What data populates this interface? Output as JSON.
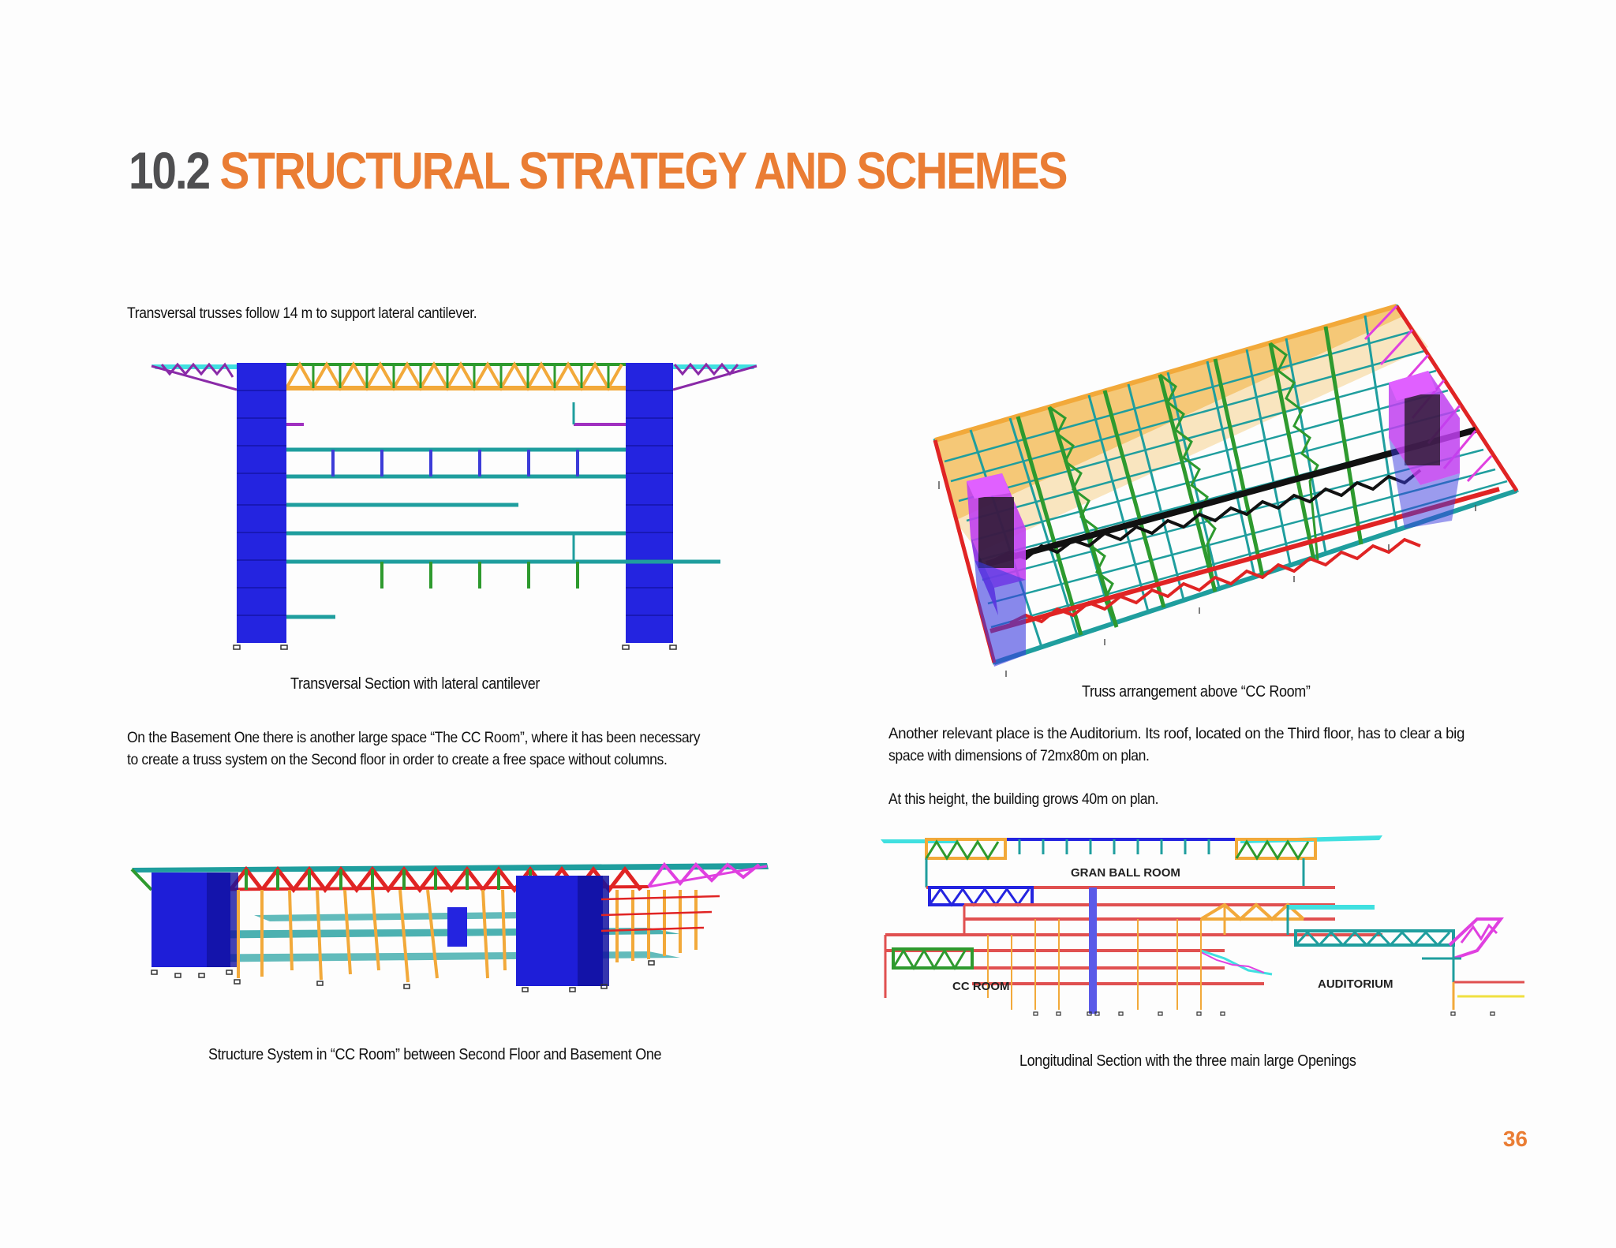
{
  "header": {
    "number": "10.2",
    "title": "STRUCTURAL STRATEGY AND SCHEMES"
  },
  "sections": {
    "transversal_intro": "Transversal trusses follow 14 m to support lateral cantilever.",
    "transversal_caption": "Transversal Section with lateral cantilever",
    "truss_caption": "Truss arrangement above “CC Room”",
    "cc_room_text_1": "On the Basement One there is another large space “The CC Room”, where it has been necessary",
    "cc_room_text_2": "to create a truss system on the Second floor in order to create a free space without columns.",
    "auditorium_text_1": "Another relevant place is the Auditorium. Its roof, located on the Third floor, has to clear a big",
    "auditorium_text_2": "space with dimensions of 72mx80m on plan.",
    "height_text": "At this height, the building grows 40m on plan.",
    "structure_caption": "Structure System in “CC Room” between Second Floor and Basement One",
    "longitudinal_caption": "Longitudinal Section with the three main large Openings"
  },
  "diagram_labels": {
    "gran_ball_room": "GRAN BALL ROOM",
    "cc_room": "CC ROOM",
    "auditorium": "AUDITORIUM"
  },
  "page_number": "36",
  "colors": {
    "accent": "#ea7d34",
    "title_gray": "#4f4f51",
    "core_blue": "#2424e0",
    "truss_teal": "#1f9e9e",
    "truss_orange": "#f2a93a",
    "truss_green": "#2e9a2e",
    "truss_red": "#e02424",
    "truss_magenta": "#e040e0",
    "cyan": "#40e0e0"
  }
}
